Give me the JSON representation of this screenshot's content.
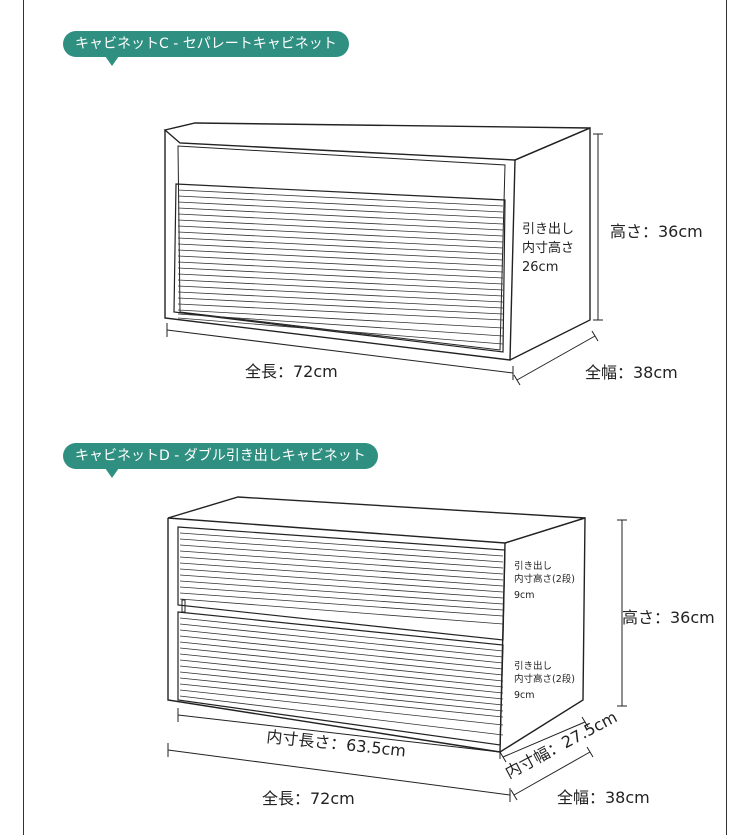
{
  "section_c": {
    "title": "キャビネットC - セパレートキャビネット",
    "drawer_label_1": "引き出し",
    "drawer_label_2": "内寸高さ",
    "drawer_label_3": "26cm",
    "height": "高さ：36cm",
    "length": "全長：72cm",
    "width": "全幅：38cm"
  },
  "section_d": {
    "title": "キャビネットD - ダブル引き出しキャビネット",
    "upper_label_1": "引き出し",
    "upper_label_2": "内寸高さ(2段)",
    "upper_label_3": "9cm",
    "lower_label_1": "引き出し",
    "lower_label_2": "内寸高さ(2段)",
    "lower_label_3": "9cm",
    "height": "高さ：36cm",
    "inner_length": "内寸長さ：63.5cm",
    "inner_width": "内寸幅：27.5cm",
    "length": "全長：72cm",
    "width": "全幅：38cm"
  },
  "colors": {
    "accent": "#2f8f80",
    "line": "#222222"
  }
}
